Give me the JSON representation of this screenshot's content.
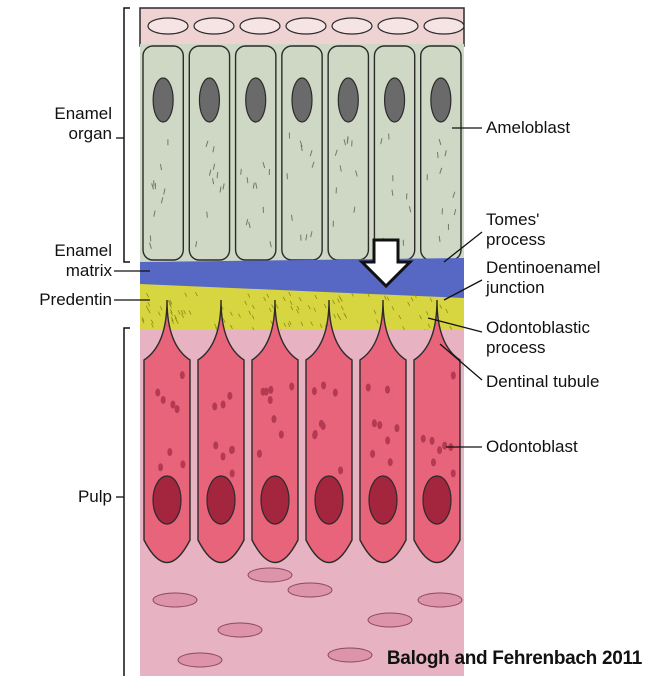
{
  "labels_left": {
    "enamel_organ": "Enamel\norgan",
    "enamel_matrix": "Enamel\nmatrix",
    "predentin": "Predentin",
    "pulp": "Pulp"
  },
  "labels_right": {
    "ameloblast": "Ameloblast",
    "tomes_process": "Tomes'\nprocess",
    "dentinoenamel_junction": "Dentinoenamel\njunction",
    "odontoblastic_process": "Odontoblastic\nprocess",
    "dentinal_tubule": "Dentinal tubule",
    "odontoblast": "Odontoblast"
  },
  "credit": "Balogh and Fehrenbach 2011",
  "colors": {
    "enamel_organ": "#cfd8c4",
    "enamel_matrix": "#5668c4",
    "predentin": "#d8d640",
    "odontoblast": "#e8647a",
    "pulp": "#e7b2c2",
    "nucleus": "#a3263e",
    "outline": "#2b2b2b"
  }
}
